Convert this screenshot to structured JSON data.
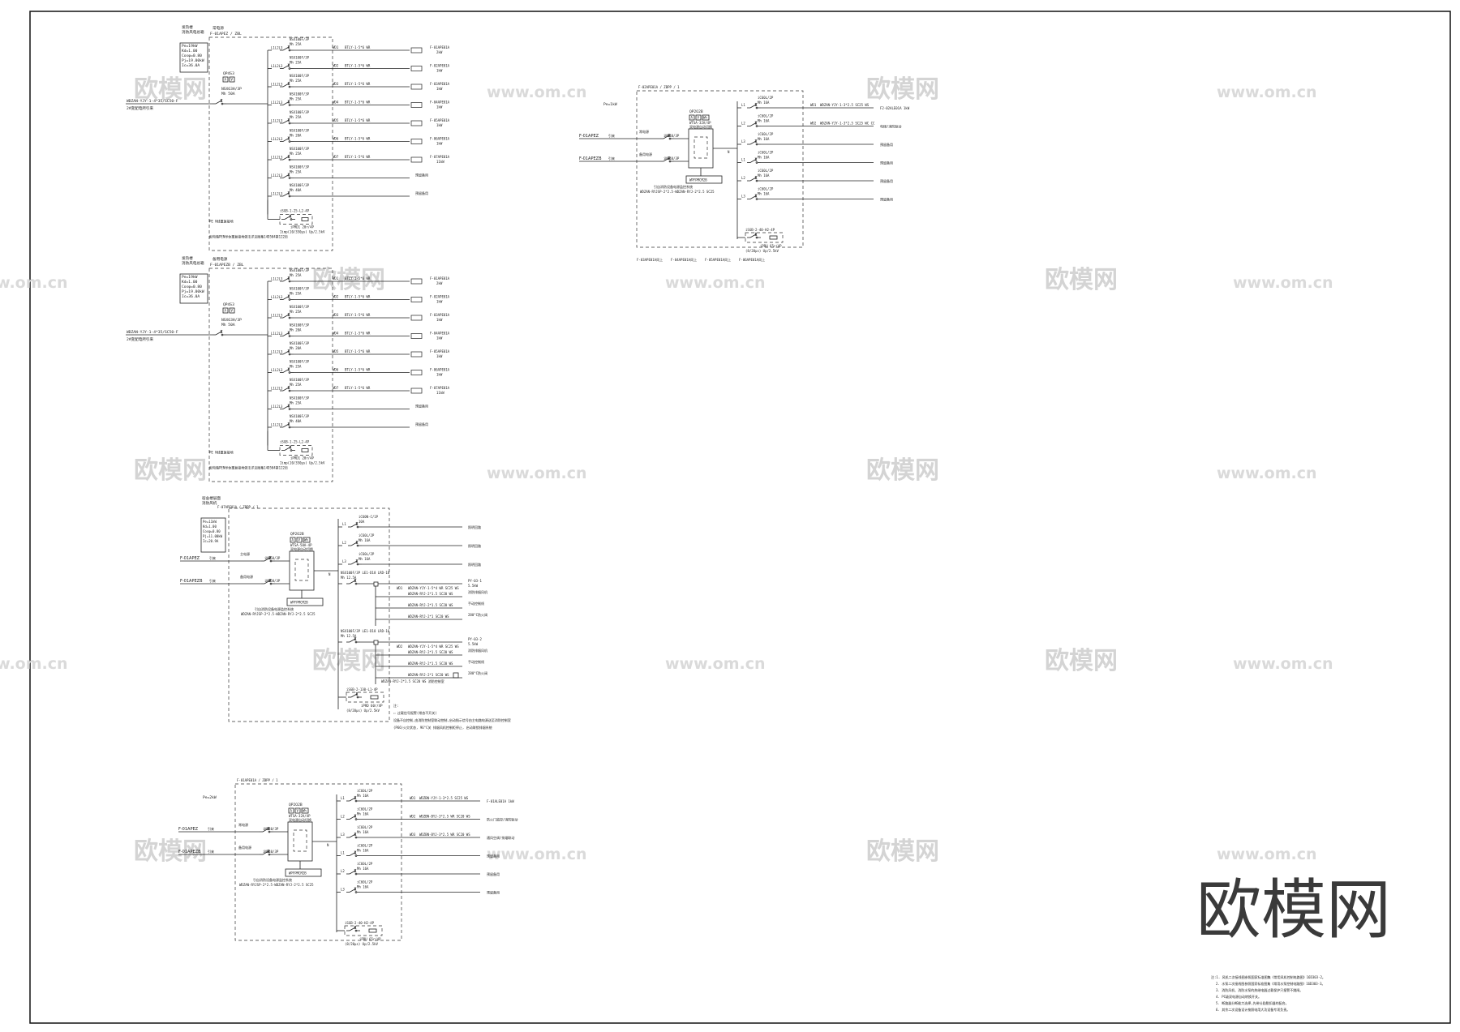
{
  "watermarks": {
    "cn": "欧模网",
    "url": "www.om.cn",
    "logo": "欧模网"
  },
  "notes": [
    "注:1. 风机二次接线图参照国家标准图集《常用风机控制电路图》16D303-2。",
    "2. 水泵二次接线图参照国家标准图集《常用水泵控制电路图》16D303-3。",
    "3. 消防风机、消防水泵的热继电器过载保护只报警不跳闸。",
    "4. PC级双电源自动转换开关。",
    "5. 断路器分断能力选择,先带分励脱扣器的配合。",
    "6. 其余二次设备设计按照电用大功设备专项负责。"
  ],
  "panels": {
    "p1": {
      "head": [
        "发热楼",
        "消防风电总箱",
        "Pe=19kW",
        "Kd=1.00",
        "Cosφ=0.80",
        "Pj=19.00kW",
        "Ic=36.0A"
      ],
      "title": "常电源 F-01APEZ / ZBL",
      "qf_type": "QP4S3",
      "main_breaker": [
        "NSX63H/3P",
        "Mh 50A"
      ],
      "incoming": [
        "WDZAN-YJY-1-4*35/SC50-F",
        "2#变配电所引来"
      ],
      "rows": [
        {
          "l": "L1L2L3",
          "brk": [
            "NSX100F/3P",
            "Mh 25A"
          ],
          "no": "WD1",
          "cable": "BTLY-1-5*6 WR",
          "tgt": "F-01APE01A",
          "pw": "2kW"
        },
        {
          "l": "L1L2L3",
          "brk": [
            "NSX100F/3P",
            "Mh 25A"
          ],
          "no": "WD2",
          "cable": "BTLY-1-5*6 WR",
          "tgt": "F-02APE01A",
          "pw": "1kW"
        },
        {
          "l": "L1L2L3",
          "brk": [
            "NSX100F/3P",
            "Mh 25A"
          ],
          "no": "WD3",
          "cable": "BTLY-1-5*6 WR",
          "tgt": "F-03APE01A",
          "pw": "1kW"
        },
        {
          "l": "L1L2L3",
          "brk": [
            "NSX100F/3P",
            "Mh 25A"
          ],
          "no": "WD4",
          "cable": "BTLY-1-5*6 WR",
          "tgt": "F-04APE01A",
          "pw": "1kW"
        },
        {
          "l": "L1L2L3",
          "brk": [
            "NSX100F/3P",
            "Mh 25A"
          ],
          "no": "WD5",
          "cable": "BTLY-1-5*6 WR",
          "tgt": "F-05APE01A",
          "pw": "1kW"
        },
        {
          "l": "L1L2L3",
          "brk": [
            "NSX100F/3P",
            "Mh 20A"
          ],
          "no": "WD6",
          "cable": "BTLY-1-5*6 WR",
          "tgt": "F-06APE01A",
          "pw": "1kW"
        },
        {
          "l": "L1L2L3",
          "brk": [
            "NSX100F/3P",
            "Mh 25A"
          ],
          "no": "WD7",
          "cable": "BTLY-1-5*6 WR",
          "tgt": "F-07APE01A",
          "pw": "11kW"
        },
        {
          "l": "L1L2L3",
          "brk": [
            "NSX100F/3P",
            "Mh 25A"
          ],
          "no": "",
          "cable": "",
          "tgt": "预留备用",
          "pw": ""
        },
        {
          "l": "L1L2L3",
          "brk": [
            "NSX100F/3P",
            "Mh 40A"
          ],
          "no": "",
          "cable": "",
          "tgt": "预留备用",
          "pw": ""
        }
      ],
      "spd": [
        "iSGB-1-25-L2-4P",
        "iPRD1 20r/4P",
        "Iimp(10/350μs) Up/2.5kV"
      ],
      "foot": [
        "PE N线重复接地",
        "配电箱PEN导体重复接地做法详见图集14D504第122页"
      ]
    },
    "p2": {
      "head": [
        "发热楼",
        "消防风电总箱",
        "Pe=19kW",
        "Kd=1.00",
        "Cosφ=0.80",
        "Pj=19.00kW",
        "Ic=36.0A"
      ],
      "title": "备用电源 F-01APEZB / ZBL",
      "qf_type": "QP4S3",
      "main_breaker": [
        "NSX63H/3P",
        "Mh 50A"
      ],
      "incoming": [
        "WDZAN-YJY-1-4*35/SC50-F",
        "2#变配电所引来"
      ],
      "rows": [
        {
          "l": "L1L2L3",
          "brk": [
            "NSX100F/3P",
            "Mh 25A"
          ],
          "no": "WD1",
          "cable": "BTLY-1-5*6 WR",
          "tgt": "F-01APE01A",
          "pw": "2kW"
        },
        {
          "l": "L1L2L3",
          "brk": [
            "NSX100F/3P",
            "Mh 25A"
          ],
          "no": "WD2",
          "cable": "BTLY-1-5*6 WR",
          "tgt": "F-02APE01A",
          "pw": "1kW"
        },
        {
          "l": "L1L2L3",
          "brk": [
            "NSX100F/3P",
            "Mh 25A"
          ],
          "no": "WD3",
          "cable": "BTLY-1-5*6 WR",
          "tgt": "F-03APE01A",
          "pw": "1kW"
        },
        {
          "l": "L1L2L3",
          "brk": [
            "NSX100F/3P",
            "Mh 20A"
          ],
          "no": "WD4",
          "cable": "BTLY-1-5*6 WR",
          "tgt": "F-04APE01A",
          "pw": "1kW"
        },
        {
          "l": "L1L2L3",
          "brk": [
            "NSX100F/3P",
            "Mh 20A"
          ],
          "no": "WD5",
          "cable": "BTLY-1-5*6 WR",
          "tgt": "F-05APE01A",
          "pw": "1kW"
        },
        {
          "l": "L1L2L3",
          "brk": [
            "NSX100F/3P",
            "Mh 25A"
          ],
          "no": "WD6",
          "cable": "BTLY-1-5*6 WR",
          "tgt": "F-06APE01A",
          "pw": "1kW"
        },
        {
          "l": "L1L2L3",
          "brk": [
            "NSX100F/3P",
            "Mh 25A"
          ],
          "no": "WD7",
          "cable": "BTLY-1-5*6 WR",
          "tgt": "F-07APE01A",
          "pw": "11kW"
        },
        {
          "l": "L1L2L3",
          "brk": [
            "NSX100F/3P",
            "Mh 25A"
          ],
          "no": "",
          "cable": "",
          "tgt": "预留备用",
          "pw": ""
        },
        {
          "l": "L1L2L3",
          "brk": [
            "NSX100F/3P",
            "Mh 40A"
          ],
          "no": "",
          "cable": "",
          "tgt": "预留备用",
          "pw": ""
        }
      ],
      "spd": [
        "iSGB-1-25-L2-4P",
        "iPRD1 20r/4P",
        "Iimp(10/350μs) Up/2.5kV"
      ],
      "foot": [
        "PE N线重复接地",
        "配电箱PEN导体重复接地做法详见图集14D504第122页"
      ]
    },
    "p3": {
      "head": [
        "宿舍楼层面",
        "消防风机",
        "Pe=11kW",
        "Kd=1.00",
        "Cosφ=0.80",
        "Pj=11.00kW",
        "Ic=20.9A"
      ],
      "title": "F-07APE01A / ZBPP / 1",
      "ats": [
        "QP2O2B",
        "WTSA-50A-4P",
        "双电源自动切换"
      ],
      "sources": [
        "F-01APEZ",
        "F-01APEZB"
      ],
      "src_tag": [
        "主电源",
        "备用电源",
        "引来"
      ],
      "src_brk": [
        "iNS50/3P",
        "iNS50/3P"
      ],
      "moni": [
        "WPFPMCM2B",
        "引自消防设备电源监控系统",
        "WDZAN-RYJSP-2*2.5-WDZAN-RYJ-2*2.5 SC25"
      ],
      "top_rows": [
        {
          "l": "L1",
          "brk": [
            "iC60N-C/1P",
            "10A"
          ],
          "tgt": "照明回路"
        },
        {
          "l": "L2",
          "brk": [
            "iC60L/2P",
            "Mh 16A"
          ],
          "tgt": "照明回路"
        },
        {
          "l": "L3",
          "brk": [
            "iC60L/2P",
            "Mh 16A"
          ],
          "tgt": "照明回路"
        }
      ],
      "m1": {
        "brk": [
          "NSX100F/3P LE1-D18 LRD-16",
          "Mh 12.5A"
        ],
        "no": "WD1",
        "cables": [
          "WDZAN-YJY-1-5*4 WR SC25 WS",
          "WDZAN-RYJ-2*1.5 SC20 WS",
          "WDZAN-RYJ-2*1.5 SC20 WS",
          "WDZAN-RYJ-2*1 SC20 WS"
        ],
        "tgt": [
          "PY-03-1",
          "5.5kW",
          "消防排烟风机",
          "手动控制线",
          "280°C防火阀"
        ]
      },
      "m2": {
        "brk": [
          "NSX100F/3P LE1-D18 LRD-16",
          "Mh 12.5A"
        ],
        "no": "WD2",
        "cables": [
          "WDZAN-YJY-1-5*4 WR SC25 WS",
          "WDZAN-RYJ-2*1.5 SC20 WS",
          "WDZAN-RYJ-2*1.5 SC20 WS",
          "WDZAN-RYJ-2*1 SC20 WS"
        ],
        "tgt": [
          "PY-03-2",
          "5.5kW",
          "消防排烟风机",
          "手动控制线",
          "280°C防火阀"
        ]
      },
      "spd": [
        "iSGB-2-130-L1-4P",
        "iPRD 60r/4P",
        "(8/20μs) Up/2.5kV"
      ],
      "fire_link": "WDZAN-RYJ-2*1.5 SC20 WS  消防控制室",
      "notes": [
        "注:",
        "☐ 过载信号报警(常态不开关)",
        "设备不自控制,由消防控制室联动控制,启动指示信号由主电路电源送至消防控制室",
        "(P66)火灾状态, 96°C关 排烟风机控制柜停止, 启动联锁排烟系统"
      ]
    },
    "p4": {
      "head": [
        "F-01APE01A / ZBPP / 1",
        "Pe=2kW"
      ],
      "title": "F-01APE01A / ZBPP / 1",
      "ats": [
        "QP2O2B",
        "WTSA-32A/4P",
        "双电源自动切换"
      ],
      "sources": [
        "F-01APEZ",
        "F-01APEZB"
      ],
      "src_tag": [
        "常电源",
        "备用电源",
        "引来"
      ],
      "src_brk": [
        "iNS40/3P",
        "iNS40/3P"
      ],
      "moni": [
        "WPFPMCM2B",
        "引自消防设备电源监控系统",
        "WDZAN-RYJSP-2*2.5-WDZAN-RYJ-2*2.5 SC25"
      ],
      "rows": [
        {
          "l": "L1",
          "brk": [
            "iC60L/2P",
            "Mh 16A"
          ],
          "no": "WD1",
          "cable": "WDZBN-YJY-1-3*2.5 SC25 WS",
          "tgt": "F-01ALE01A 1kW"
        },
        {
          "l": "L2",
          "brk": [
            "iC60L/2P",
            "Mh 16A"
          ],
          "no": "WD2",
          "cable": "WDZBN-BYJ-3*2.5 WR SC20 WS",
          "tgt": "防火门监控/消防联动"
        },
        {
          "l": "L3",
          "brk": [
            "iC60L/2P",
            "Mh 16A"
          ],
          "no": "WD3",
          "cable": "WDZBN-BYJ-3*2.5 WR SC20 WS",
          "tgt": "通风空调/排烟联动"
        },
        {
          "l": "L1",
          "brk": [
            "iC60L/2P",
            "Mh 16A"
          ],
          "no": "",
          "cable": "",
          "tgt": "预留备用"
        },
        {
          "l": "L2",
          "brk": [
            "iC60L/2P",
            "Mh 16A"
          ],
          "no": "",
          "cable": "",
          "tgt": "预留备用"
        },
        {
          "l": "L3",
          "brk": [
            "iC60L/2P",
            "Mh 16A"
          ],
          "no": "",
          "cable": "",
          "tgt": "预留备用"
        }
      ],
      "spd": [
        "iSGB-2-40-H2-4P",
        "iPRU 65r/4P",
        "(8/20μs) Up/2.5kV"
      ]
    },
    "p5": {
      "head": [
        "F-02APE01A / ZBPP / 1",
        "Pe=1kW"
      ],
      "title": "F-02APE01A / ZBPP / 1",
      "ats": [
        "QP2O2B",
        "WTSA-32A/4P",
        "双电源自动切换"
      ],
      "sources": [
        "F-01APEZ",
        "F-01APEZB"
      ],
      "src_tag": [
        "常电源",
        "备用电源",
        "引来"
      ],
      "src_brk": [
        "iNS40/3P",
        "iNS40/3P"
      ],
      "moni": [
        "WPFPMCM2B",
        "引自消防设备电源监控系统",
        "WDZAN-RYJSP-2*2.5-WDZAN-RYJ-2*2.5 SC25"
      ],
      "rows": [
        {
          "l": "L1",
          "brk": [
            "iC60L/2P",
            "Mh 16A"
          ],
          "no": "WD1",
          "cable": "WDZAN-YJY-1-3*2.5 SC25 WS",
          "tgt": "F2-02ALE01A 1kW"
        },
        {
          "l": "L2",
          "brk": [
            "iC60L/2P",
            "Mh 16A"
          ],
          "no": "WD2",
          "cable": "WDZAN-YJY-1-3*2.5 SC25 WC CC",
          "tgt": "电梯/消防联动"
        },
        {
          "l": "L3",
          "brk": [
            "iC60L/2P",
            "Mh 16A"
          ],
          "no": "",
          "cable": "",
          "tgt": "预留备用"
        },
        {
          "l": "L1",
          "brk": [
            "iC60L/2P",
            "Mh 16A"
          ],
          "no": "",
          "cable": "",
          "tgt": "预留备用"
        },
        {
          "l": "L2",
          "brk": [
            "iC60L/2P",
            "Mh 16A"
          ],
          "no": "",
          "cable": "",
          "tgt": "预留备用"
        },
        {
          "l": "L3",
          "brk": [
            "iC60L/2P",
            "Mh 16A"
          ],
          "no": "",
          "cable": "",
          "tgt": "预留备用"
        }
      ],
      "spd": [
        "iSGB-2-40-H2-4P",
        "iPRU 65r/4P",
        "(8/20μs) Up/2.5kV"
      ],
      "foot": [
        "F-03APE01A同上",
        "F-04APE01A同上",
        "F-05APE01A同上",
        "F-06APE01A同上"
      ]
    }
  }
}
